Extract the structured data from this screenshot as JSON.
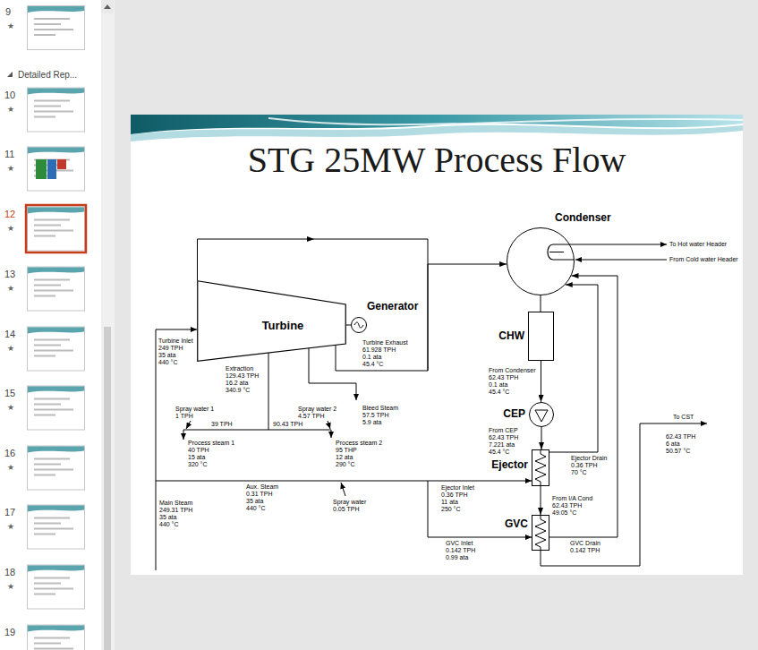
{
  "diagram": {
    "title": "STG 25MW Process Flow",
    "nodes": [
      {
        "text": [
          "Turbine"
        ]
      },
      {
        "text": [
          "Generator"
        ]
      },
      {
        "text": [
          "Condenser"
        ]
      },
      {
        "text": [
          "CHW"
        ]
      },
      {
        "text": [
          "CEP"
        ]
      },
      {
        "text": [
          "Ejector"
        ]
      },
      {
        "text": [
          "GVC"
        ]
      }
    ],
    "edges": [
      {
        "from": 0,
        "to": 1,
        "arrow": "none"
      },
      {
        "from": 0,
        "to": 2,
        "arrow": "to"
      },
      {
        "from": 2,
        "to": 3,
        "arrow": "none"
      },
      {
        "from": 3,
        "to": 4,
        "arrow": "to"
      },
      {
        "from": 4,
        "to": 5,
        "arrow": "to"
      },
      {
        "from": 5,
        "to": 6,
        "arrow": "to"
      },
      {
        "from": 5,
        "to": 2,
        "arrow": "to"
      },
      {
        "from": 6,
        "to": 2,
        "arrow": "to"
      }
    ],
    "labels": [
      "9",
      "★",
      "Detailed Rep...",
      "10",
      "★",
      "11",
      "★",
      "12",
      "★",
      "13",
      "★",
      "14",
      "★",
      "15",
      "★",
      "16",
      "★",
      "17",
      "★",
      "18",
      "★",
      "19",
      "Turbine Inlet",
      "249 TPH",
      "35 ata",
      "440 °C",
      "Turbine Exhaust",
      "61.928 TPH",
      "0.1 ata",
      "45.4 °C",
      "Extraction",
      "129.43 TPH",
      "16.2 ata",
      "340.9 °C",
      "Bleed Steam",
      "57.5 TPH",
      "5.9 ata",
      "Spray water 1",
      "1 TPH",
      "39 TPH",
      "Spray water 2",
      "4.57 TPH",
      "90.43 TPH",
      "Process steam 1",
      "40 TPH",
      "15 ata",
      "320 °C",
      "Process steam 2",
      "95 THP",
      "12 ata",
      "290 °C",
      "Aux. Steam",
      "0.31 TPH",
      "35 ata",
      "440 °C",
      "Main Steam",
      "249.31 TPH",
      "35 ata",
      "440 °C",
      "Spray water",
      "0.05 TPH",
      "Ejector Inlet",
      "0.36 TPH",
      "11 ata",
      "250 °C",
      "GVC Inlet",
      "0.142 TPH",
      "0.99 ata",
      "From Condenser",
      "62.43 TPH",
      "0.1 ata",
      "45.4 °C",
      "From CEP",
      "62.43 TPH",
      "7.221 ata",
      "45.4 °C",
      "Ejector Drain",
      "0.36 TPH",
      "70 °C",
      "From I/A Cond",
      "62.43 TPH",
      "49.05 °C",
      "GVC Drain",
      "0.142 TPH",
      "To Hot water Header",
      "From Cold water Header",
      "To CST",
      "62.43 TPH",
      "6 ata",
      "50.57 °C"
    ]
  }
}
